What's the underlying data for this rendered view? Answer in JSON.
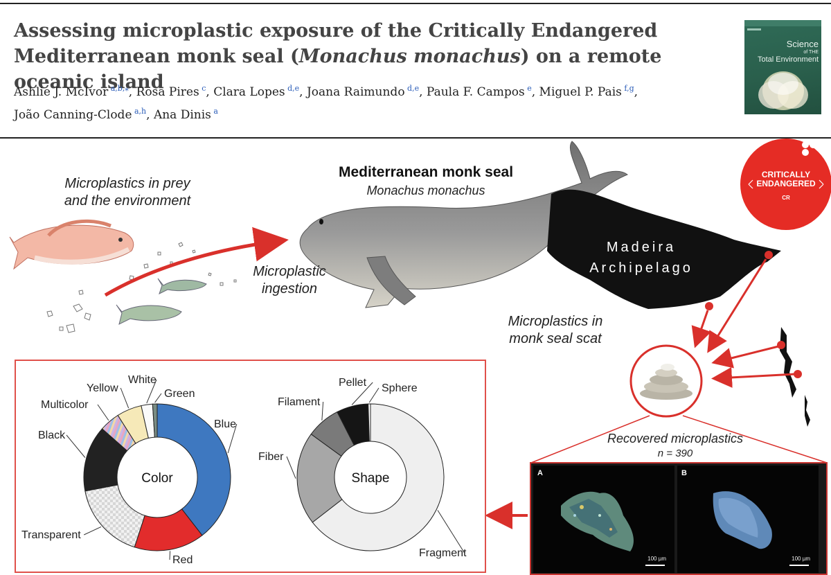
{
  "header": {
    "title_part1": "Assessing microplastic exposure of the Critically Endangered Mediterranean monk seal (",
    "title_italic": "Monachus monachus",
    "title_part2": ") on a remote oceanic island",
    "authors": [
      {
        "name": "Ashlie J. McIvor",
        "affil": "a,b,⁎",
        "sep": ", "
      },
      {
        "name": "Rosa Pires",
        "affil": "c",
        "sep": ", "
      },
      {
        "name": "Clara Lopes",
        "affil": "d,e",
        "sep": ", "
      },
      {
        "name": "Joana Raimundo",
        "affil": "d,e",
        "sep": ", "
      },
      {
        "name": "Paula F. Campos",
        "affil": "e",
        "sep": ", "
      },
      {
        "name": "Miguel P. Pais",
        "affil": "f,g",
        "sep": ", "
      },
      {
        "name": "João Canning-Clode",
        "affil": "a,h",
        "sep": ", "
      },
      {
        "name": "Ana Dinis",
        "affil": "a",
        "sep": ""
      }
    ],
    "journal": {
      "line1": "Science",
      "line2": "of THE",
      "line3": "Total Environment"
    }
  },
  "abstract": {
    "seal_common_name": "Mediterranean monk seal",
    "seal_scientific_name": "Monachus monachus",
    "prey_label_1": "Microplastics in prey",
    "prey_label_2": "and the environment",
    "ingestion_label_1": "Microplastic",
    "ingestion_label_2": "ingestion",
    "scat_label_1": "Microplastics in",
    "scat_label_2": "monk seal scat",
    "island_label_1": "Madeira",
    "island_label_2": "Archipelago",
    "iucn_status_1": "CRITICALLY",
    "iucn_status_2": "ENDANGERED",
    "iucn_code": "CR",
    "recovered_label": "Recovered microplastics",
    "sample_size": "n = 390",
    "photo_a_letter": "A",
    "photo_b_letter": "B",
    "scalebar_a": "100 µm",
    "scalebar_b": "100 µm"
  },
  "chart_data": [
    {
      "type": "pie",
      "center_label": "Color",
      "categories": [
        "Blue",
        "Red",
        "Transparent",
        "Black",
        "Multicolor",
        "Yellow",
        "White",
        "Green"
      ],
      "values": [
        39.5,
        15.5,
        17.0,
        14.5,
        4.5,
        5.5,
        2.5,
        1.0
      ],
      "colors": [
        "#3e78c0",
        "#e22c2c",
        "#e6e6e6",
        "#222222",
        "#e8b5c8",
        "#f6e9b8",
        "#fafafa",
        "#7a8c84"
      ],
      "donut": true
    },
    {
      "type": "pie",
      "center_label": "Shape",
      "categories": [
        "Fragment",
        "Fiber",
        "Filament",
        "Pellet",
        "Sphere"
      ],
      "values": [
        64.5,
        20.5,
        7.5,
        7.0,
        0.5
      ],
      "colors": [
        "#efefef",
        "#a7a7a7",
        "#7a7a7a",
        "#151515",
        "#ffffff"
      ],
      "donut": true
    }
  ]
}
